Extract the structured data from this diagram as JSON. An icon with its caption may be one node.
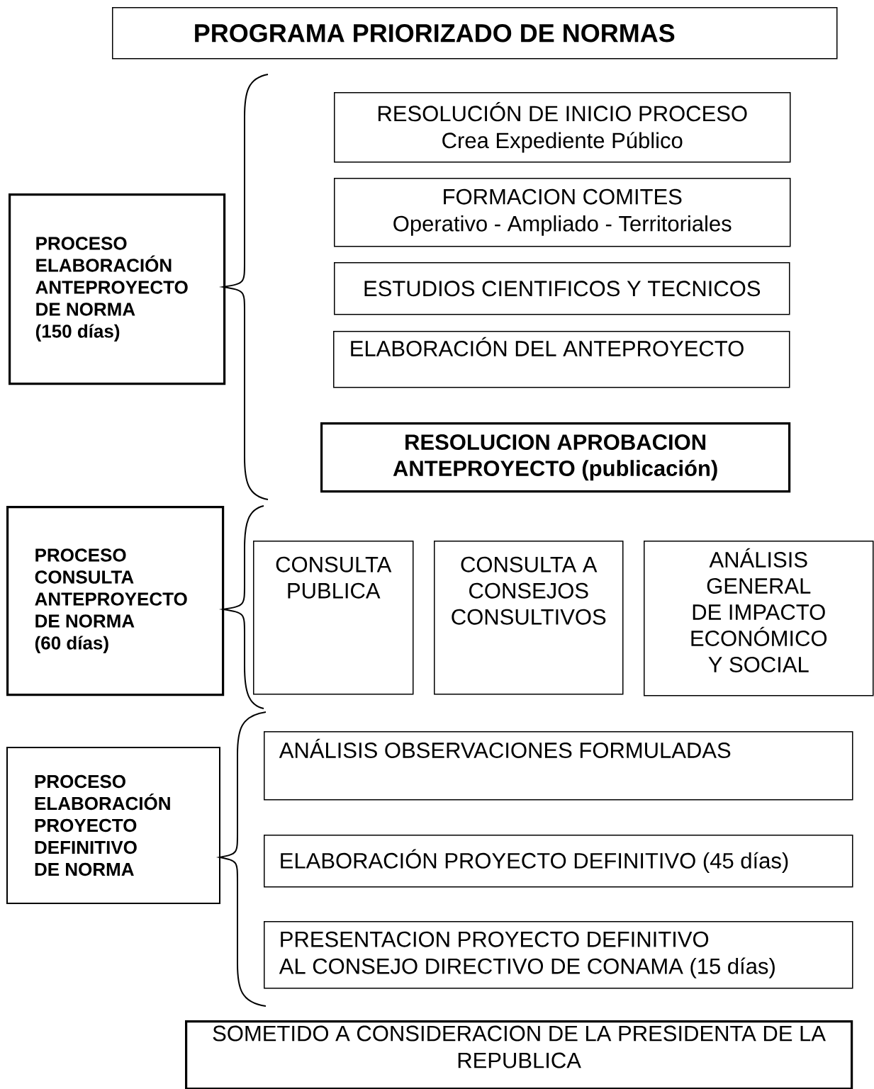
{
  "diagram": {
    "nodes": [
      {
        "text": [
          "PROGRAMA PRIORIZADO DE NORMAS"
        ]
      },
      {
        "text": [
          "PROCESO ELABORACIÓN ANTEPROYECTO DE NORMA",
          "(150 días)"
        ]
      },
      {
        "text": [
          "RESOLUCIÓN DE INICIO PROCESO",
          "Crea Expediente Público"
        ]
      },
      {
        "text": [
          "FORMACION COMITES",
          "Operativo - Ampliado - Territoriales"
        ]
      },
      {
        "text": [
          "ESTUDIOS CIENTIFICOS Y TECNICOS"
        ]
      },
      {
        "text": [
          "ELABORACIÓN DEL ANTEPROYECTO"
        ]
      },
      {
        "text": [
          "RESOLUCION APROBACION ANTEPROYECTO (publicación)"
        ]
      },
      {
        "text": [
          "PROCESO CONSULTA ANTEPROYECTO DE NORMA",
          "(60 días)"
        ]
      },
      {
        "text": [
          "CONSULTA PUBLICA"
        ]
      },
      {
        "text": [
          "CONSULTA A CONSEJOS CONSULTIVOS"
        ]
      },
      {
        "text": [
          "ANÁLISIS GENERAL DE IMPACTO ECONÓMICO Y SOCIAL"
        ]
      },
      {
        "text": [
          "PROCESO ELABORACIÓN PROYECTO DEFINITIVO DE NORMA"
        ]
      },
      {
        "text": [
          "ANÁLISIS OBSERVACIONES FORMULADAS"
        ]
      },
      {
        "text": [
          "ELABORACIÓN PROYECTO DEFINITIVO (45 días)"
        ]
      },
      {
        "text": [
          "PRESENTACION PROYECTO DEFINITIVO",
          "AL CONSEJO DIRECTIVO DE CONAMA (15 días)"
        ]
      },
      {
        "text": [
          "SOMETIDO A CONSIDERACION DE LA PRESIDENTA DE LA REPUBLICA"
        ]
      }
    ]
  }
}
